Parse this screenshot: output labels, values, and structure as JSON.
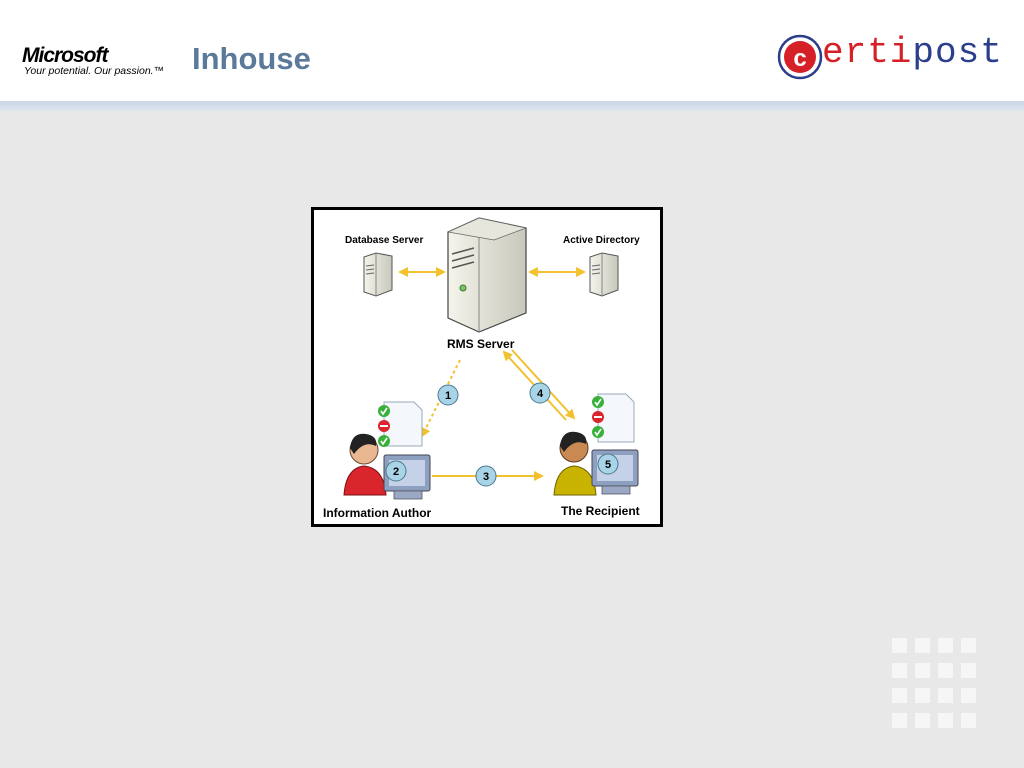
{
  "header": {
    "title": "Inhouse",
    "microsoft_logo": {
      "wordmark": "Microsoft",
      "tagline": "Your potential. Our passion.™"
    },
    "certipost_logo": {
      "prefix": "c",
      "red_part": "erti",
      "blue_part": "post"
    }
  },
  "diagram": {
    "database_server_label": "Database Server",
    "active_directory_label": "Active Directory",
    "rms_server_label": "RMS Server",
    "information_author_label": "Information Author",
    "recipient_label": "The Recipient",
    "steps": [
      "1",
      "2",
      "3",
      "4",
      "5"
    ]
  },
  "colors": {
    "title": "#5b7a99",
    "arrow": "#f2c12e",
    "certipost_red": "#d62027",
    "certipost_blue": "#2b3e8c",
    "step_circle": "#a9d3e6"
  }
}
